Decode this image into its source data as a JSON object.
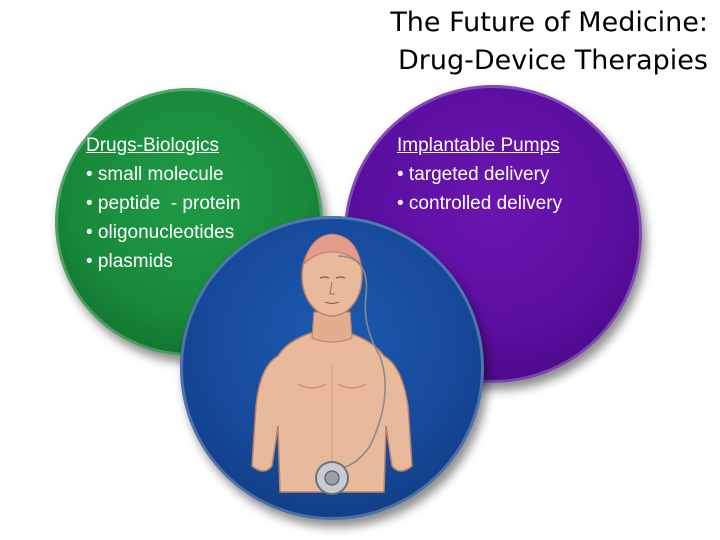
{
  "title": {
    "line1": "The Future of Medicine:",
    "line2": "Drug-Device Therapies"
  },
  "green_circle": {
    "heading": "Drugs-Biologics",
    "bullets": [
      "• small molecule",
      "• peptide  - protein",
      "• oligonucleotides",
      "• plasmids"
    ],
    "color": "#188a3a"
  },
  "purple_circle": {
    "heading": "Implantable Pumps",
    "bullets": [
      "• targeted delivery",
      "• controlled delivery"
    ],
    "color": "#5a0fa0"
  },
  "blue_circle": {
    "color": "#16499a",
    "illustration": "patient-with-implanted-pump-illustration"
  }
}
